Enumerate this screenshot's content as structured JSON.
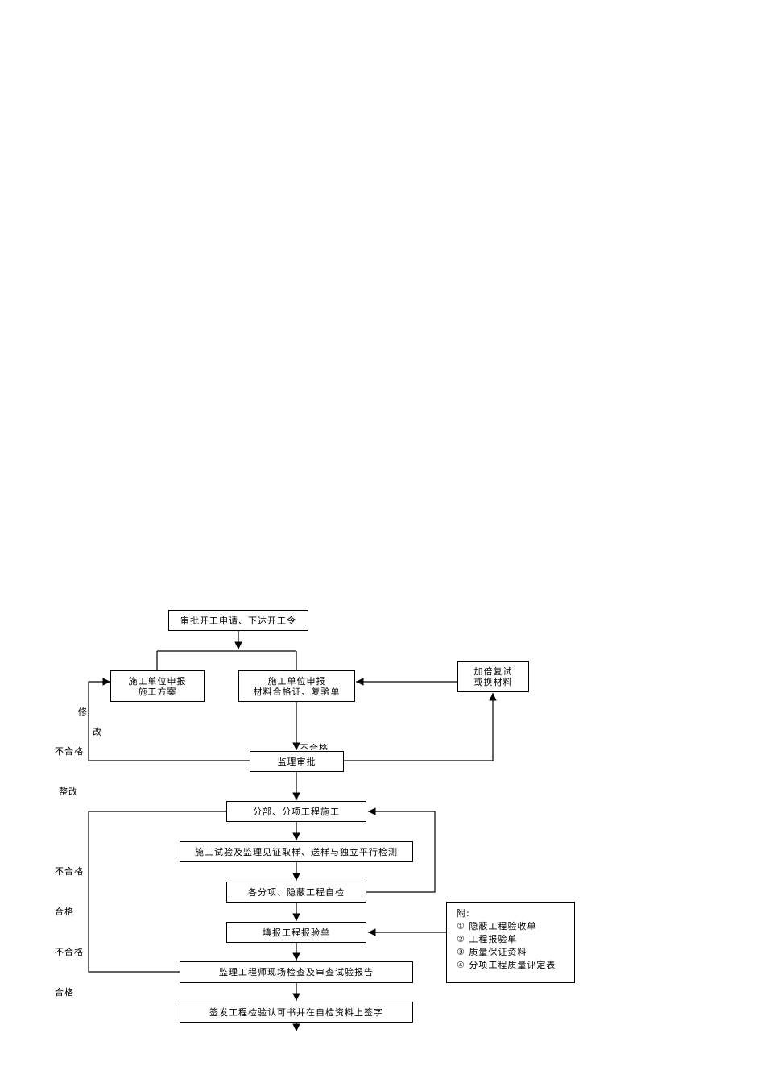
{
  "nodes": {
    "approve_start": "审批开工申请、下达开工令",
    "submit_plan": [
      "施工单位申报",
      "施工方案"
    ],
    "submit_material": [
      "施工单位申报",
      "材料合格证、复验单"
    ],
    "retest": [
      "加倍复试",
      "或换材料"
    ],
    "supervisor_review": "监理审批",
    "construction": "分部、分项工程施工",
    "testing": "施工试验及监理见证取样、送样与独立平行检测",
    "self_check": "各分项、隐蔽工程自检",
    "report_form": "填报工程报验单",
    "supervisor_inspect": "监理工程师现场检查及审查试验报告",
    "sign_certificate": "签发工程检验认可书并在自检资料上签字"
  },
  "labels": {
    "revise_1": "修",
    "revise_2": "改",
    "fail_1": "不合格",
    "fail_mid": "不合格",
    "rectify": "整改",
    "fail_2": "不合格",
    "pass_1": "合格",
    "fail_3": "不合格",
    "pass_2": "合格"
  },
  "note": {
    "title": "附:",
    "items": [
      "① 隐蔽工程验收单",
      "② 工程报验单",
      "③ 质量保证资料",
      "④ 分项工程质量评定表"
    ]
  }
}
